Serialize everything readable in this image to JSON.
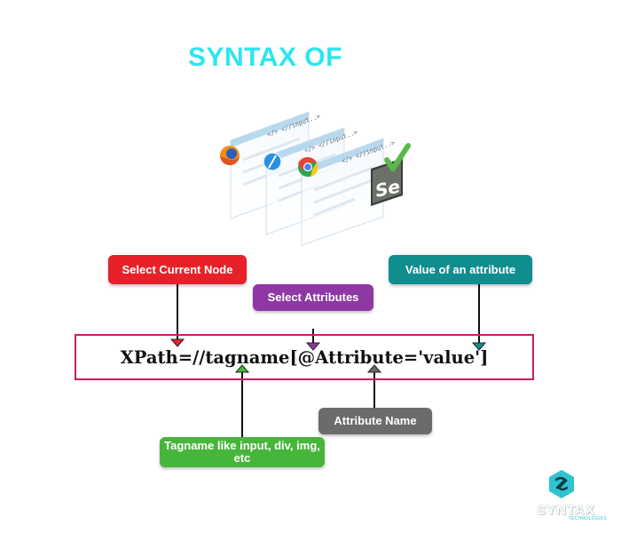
{
  "title": "SYNTAX OF",
  "illustration": {
    "code_tag": "</> <//input...>",
    "badge_text": "Se"
  },
  "labels": {
    "select_current_node": "Select Current Node",
    "select_attributes": "Select Attributes",
    "value_of_attribute": "Value of an attribute",
    "attribute_name": "Attribute Name",
    "tagname_like": "Tagname like input, div, img, etc"
  },
  "xpath_expression": "XPath=//tagname[@Attribute='value']",
  "logo": {
    "name": "SYNTAX",
    "subtitle": "TECHNOLOGIES"
  },
  "colors": {
    "title": "#2be6ef",
    "red": "#e8202a",
    "purple": "#8e37a5",
    "teal": "#0f8d8f",
    "gray": "#6b6b6b",
    "green": "#46b63b",
    "box_border": "#c81c68"
  }
}
